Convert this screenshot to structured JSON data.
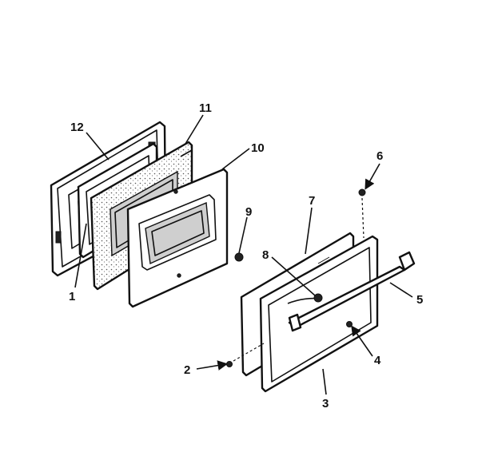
{
  "diagram": {
    "callouts": [
      "1",
      "2",
      "3",
      "4",
      "5",
      "6",
      "7",
      "8",
      "9",
      "10",
      "11",
      "12"
    ]
  },
  "colors": {
    "ink": "#111111",
    "paper": "#ffffff",
    "shading": "#cfcfcf"
  }
}
